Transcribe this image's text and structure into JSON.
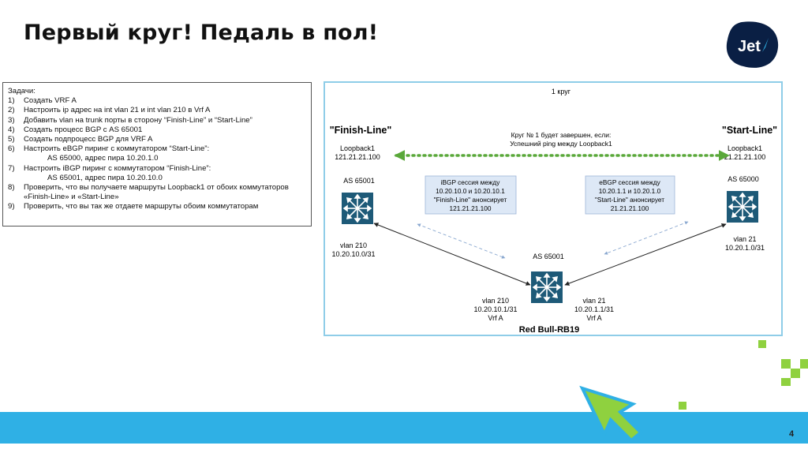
{
  "slide": {
    "title": "Первый круг! Педаль в пол!",
    "page_number": "4",
    "logo_text": "Jet"
  },
  "tasks": {
    "header": "Задачи:",
    "items": [
      {
        "num": "1)",
        "text": "Создать VRF A"
      },
      {
        "num": "2)",
        "text": "Настроить ip адрес на int vlan 21 и int vlan 210 в Vrf A"
      },
      {
        "num": "3)",
        "text": "Добавить vlan на trunk порты в сторону “Finish-Line” и “Start-Line”"
      },
      {
        "num": "4)",
        "text": "Создать процесс BGP с AS 65001"
      },
      {
        "num": "5)",
        "text": "Создать подпроцесс BGP для VRF A"
      },
      {
        "num": "6)",
        "text": "Настроить eBGP пиринг с коммутатором “Start-Line”:",
        "sub": "AS 65000, адрес пира 10.20.1.0"
      },
      {
        "num": "7)",
        "text": "Настроить iBGP пиринг с коммутатором “Finish-Line”:",
        "sub": "AS 65001, адрес пира 10.20.10.0"
      },
      {
        "num": "8)",
        "text": "Проверить, что вы получаете маршруты Loopback1 от обоих коммутаторов «Finish-Line» и «Start-Line»"
      },
      {
        "num": "9)",
        "text": "Проверить, что вы так же отдаете маршруты обоим коммутаторам"
      }
    ]
  },
  "diagram": {
    "round_label": "1 круг",
    "finish_line": {
      "name": "\"Finish-Line\"",
      "loopback_label": "Loopback1",
      "loopback_ip": "121.21.21.100",
      "as": "AS 65001",
      "vlan": "vlan 210",
      "vlan_net": "10.20.10.0/31"
    },
    "start_line": {
      "name": "\"Start-Line\"",
      "loopback_label": "Loopback1",
      "loopback_ip": "21.21.21.100",
      "as": "AS 65000",
      "vlan": "vlan 21",
      "vlan_net": "10.20.1.0/31"
    },
    "condition": {
      "line1": "Круг № 1 будет завершен, если:",
      "line2": "Успешний ping между Loopback1"
    },
    "ibgp_box": {
      "line1": "iBGP сессия между",
      "line2": "10.20.10.0 и 10.20.10.1",
      "line3": "\"Finish-Line\" анонсирует",
      "line4": "121.21.21.100"
    },
    "ebgp_box": {
      "line1": "eBGP сессия между",
      "line2": "10.20.1.1 и 10.20.1.0",
      "line3": "\"Start-Line\" анонсирует",
      "line4": "21.21.21.100"
    },
    "center": {
      "as": "AS 65001",
      "left_vlan": "vlan 210",
      "left_ip": "10.20.10.1/31",
      "left_vrf": "Vrf A",
      "right_vlan": "vlan 21",
      "right_ip": "10.20.1.1/31",
      "right_vrf": "Vrf A",
      "name": "Red Bull-RB19"
    },
    "colors": {
      "frame": "#8fcde8",
      "switch": "#1e5a78",
      "dotted_green": "#5aa83a",
      "note_box": "#dde8f6",
      "accent_blue": "#2fb0e5",
      "accent_green": "#8fd13f"
    }
  }
}
